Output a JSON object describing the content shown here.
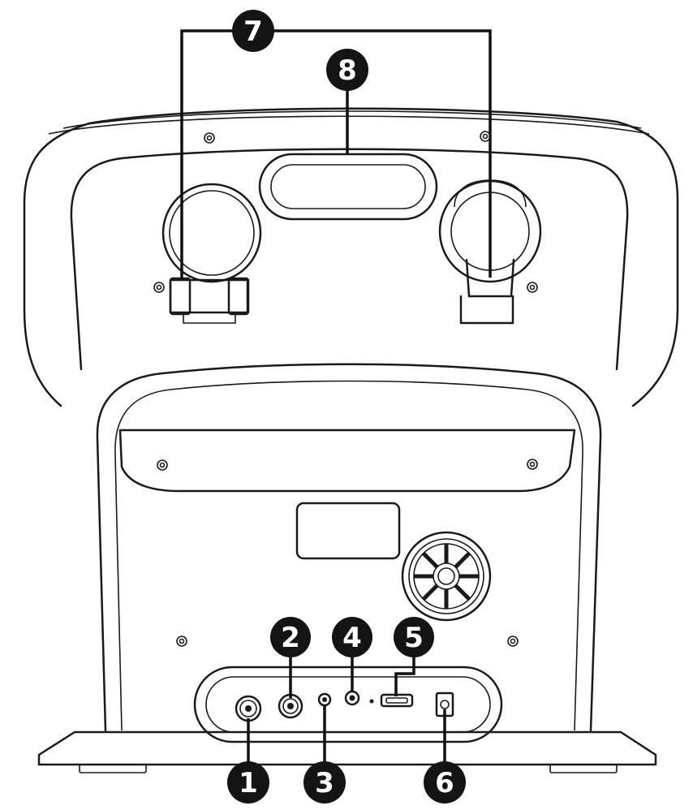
{
  "callouts": [
    {
      "id": "1",
      "label": "1"
    },
    {
      "id": "2",
      "label": "2"
    },
    {
      "id": "3",
      "label": "3"
    },
    {
      "id": "4",
      "label": "4"
    },
    {
      "id": "5",
      "label": "5"
    },
    {
      "id": "6",
      "label": "6"
    },
    {
      "id": "7",
      "label": "7"
    },
    {
      "id": "8",
      "label": "8"
    }
  ],
  "colors": {
    "line": "#1a1a1a",
    "badge": "#141414",
    "badge_text": "#ffffff",
    "background": "#ffffff"
  }
}
